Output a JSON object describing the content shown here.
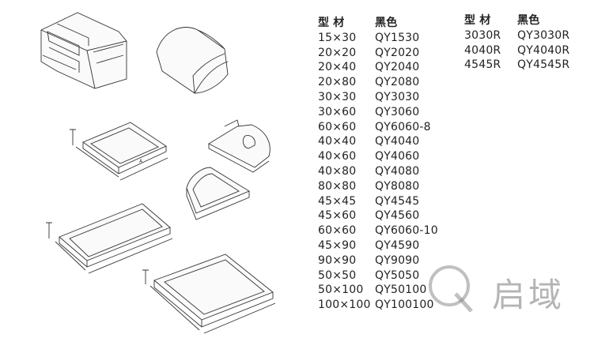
{
  "left_table": {
    "header": {
      "col1": "型 材",
      "col2": "黑色"
    },
    "rows": [
      {
        "size": "15×30",
        "code": "QY1530"
      },
      {
        "size": "20×20",
        "code": "QY2020"
      },
      {
        "size": "20×40",
        "code": "QY2040"
      },
      {
        "size": "20×80",
        "code": "QY2080"
      },
      {
        "size": "30×30",
        "code": "QY3030"
      },
      {
        "size": "30×60",
        "code": "QY3060"
      },
      {
        "size": "60×60",
        "code": "QY6060-8"
      },
      {
        "size": "40×40",
        "code": "QY4040"
      },
      {
        "size": "40×60",
        "code": "QY4060"
      },
      {
        "size": "40×80",
        "code": "QY4080"
      },
      {
        "size": "80×80",
        "code": "QY8080"
      },
      {
        "size": "45×45",
        "code": "QY4545"
      },
      {
        "size": "45×60",
        "code": "QY4560"
      },
      {
        "size": "60×60",
        "code": "QY6060-10"
      },
      {
        "size": "45×90",
        "code": "QY4590"
      },
      {
        "size": "90×90",
        "code": "QY9090"
      },
      {
        "size": "50×50",
        "code": "QY5050"
      },
      {
        "size": "50×100",
        "code": "QY50100"
      },
      {
        "size": "100×100",
        "code": "QY100100"
      }
    ]
  },
  "right_table": {
    "header": {
      "col1": "型 材",
      "col2": "黑色"
    },
    "rows": [
      {
        "size": "3030R",
        "code": "QY3030R"
      },
      {
        "size": "4040R",
        "code": "QY4040R"
      },
      {
        "size": "4545R",
        "code": "QY4545R"
      }
    ]
  },
  "watermark": {
    "text": "启域",
    "icon": "q-logo-icon"
  }
}
